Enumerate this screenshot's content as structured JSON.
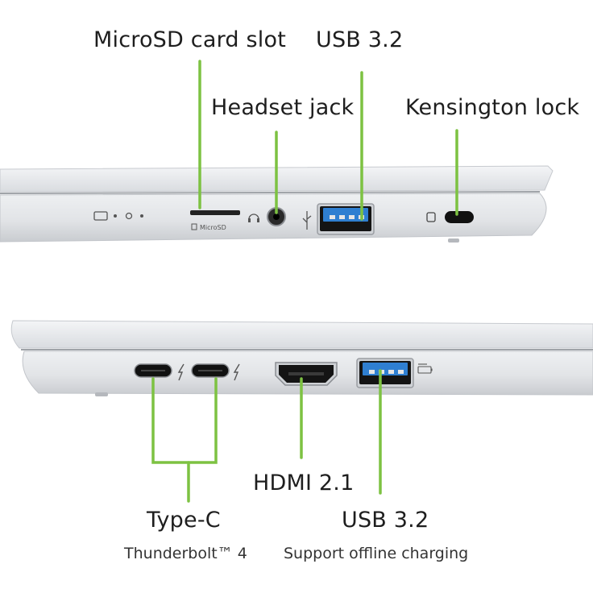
{
  "colors": {
    "accent_line": "#7dc242",
    "chassis": "#e3e5e8",
    "port_dark": "#1a1a1a",
    "usb_blue": "#2f7fd1"
  },
  "top_view": {
    "labels": {
      "microsd": "MicroSD card slot",
      "usb_top": "USB 3.2",
      "headset": "Headset jack",
      "kensington": "Kensington lock"
    },
    "engraving_microsd": "MicroSD"
  },
  "bottom_view": {
    "labels": {
      "typec_title": "Type-C",
      "typec_sub": "Thunderbolt™ 4",
      "hdmi": "HDMI 2.1",
      "usb_bottom_title": "USB 3.2",
      "usb_bottom_sub": "Support offline charging"
    }
  }
}
